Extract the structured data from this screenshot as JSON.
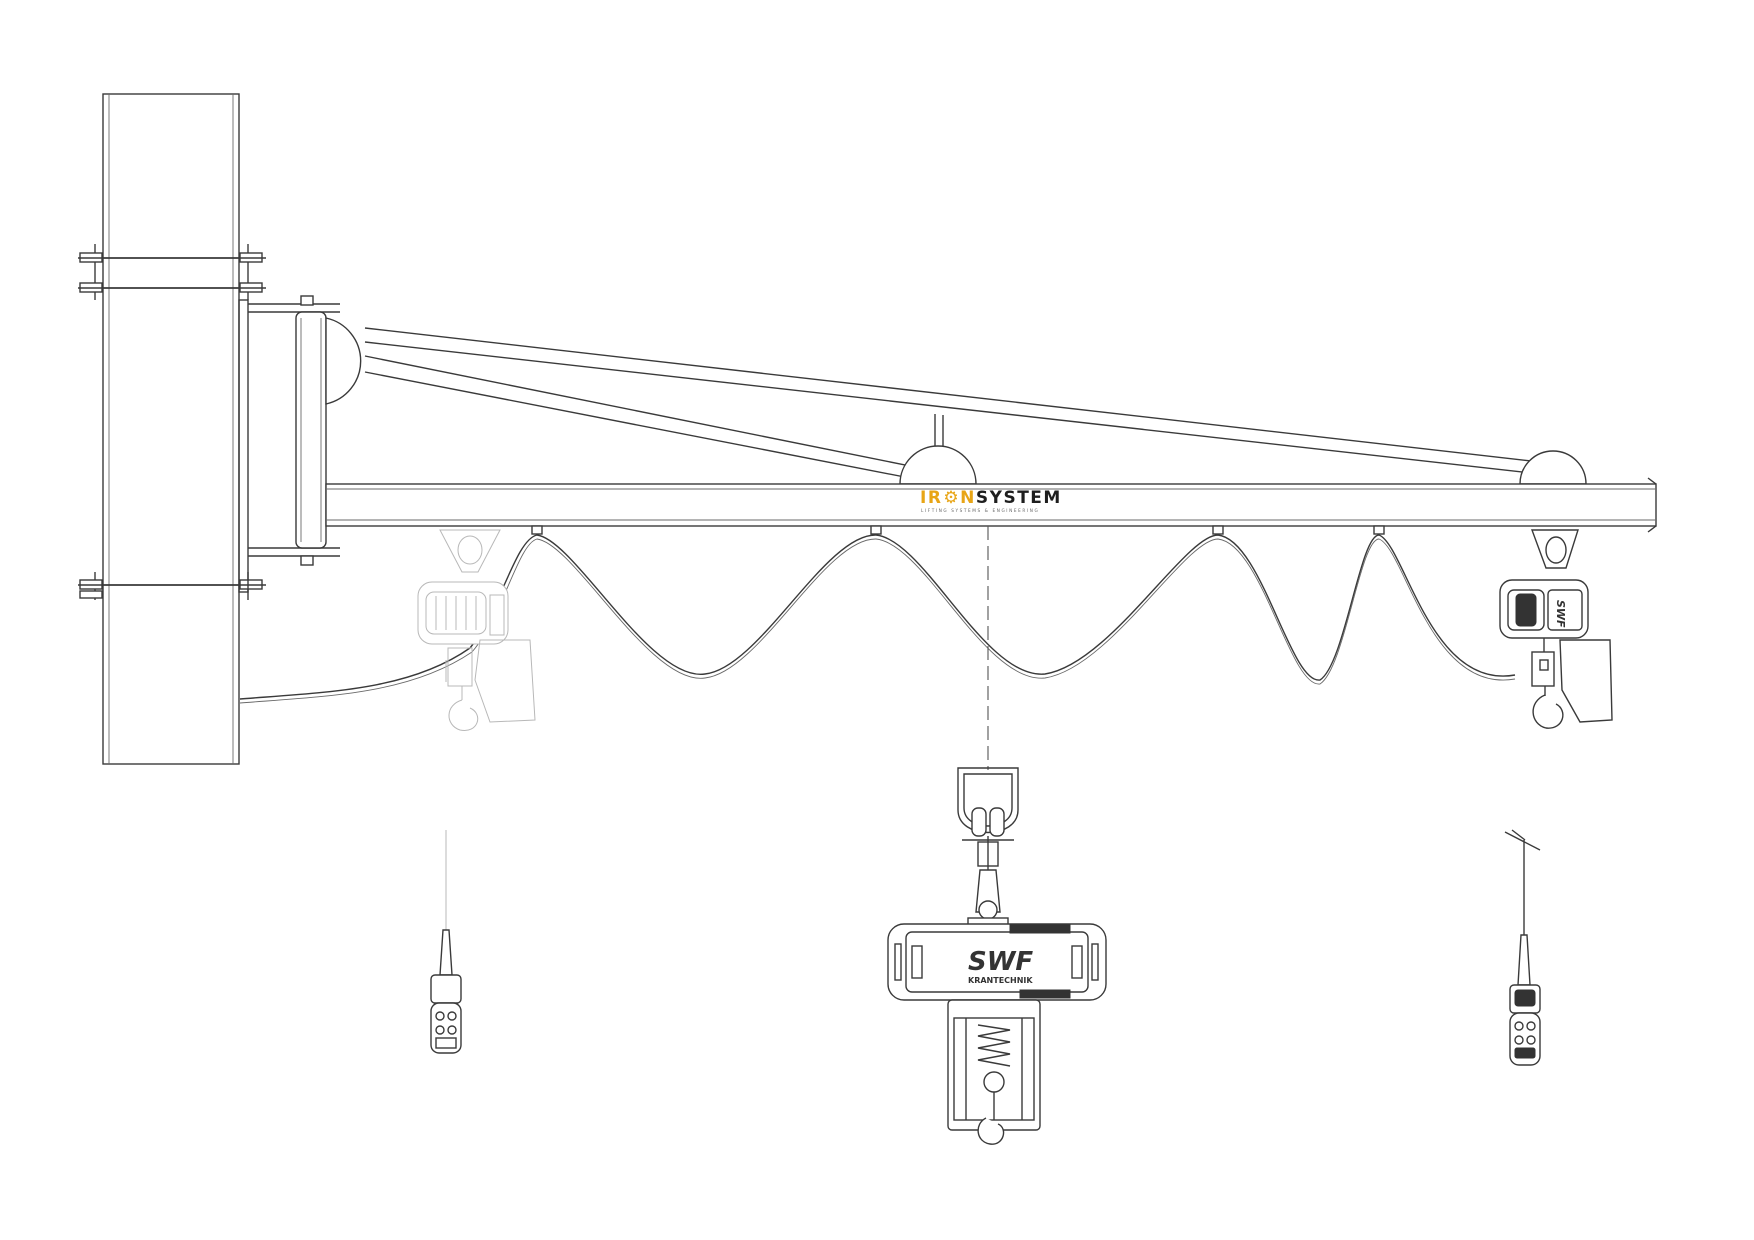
{
  "logo": {
    "part1": "IR",
    "part2": "N",
    "part3": "SYSTEM",
    "tagline": "LIFTING SYSTEMS & ENGINEERING",
    "accent_color": "#e8a516",
    "text_color": "#1e1e1e",
    "gear_icon": "gear-icon"
  },
  "hoist_brand": {
    "name": "SWF",
    "subtitle": "KRANTECHNIK"
  },
  "components": {
    "icons": [
      "column-icon",
      "jib-arm-icon",
      "chain-hoist-icon",
      "pendant-control-icon",
      "festoon-cable-icon",
      "trolley-icon",
      "hook-icon"
    ]
  }
}
